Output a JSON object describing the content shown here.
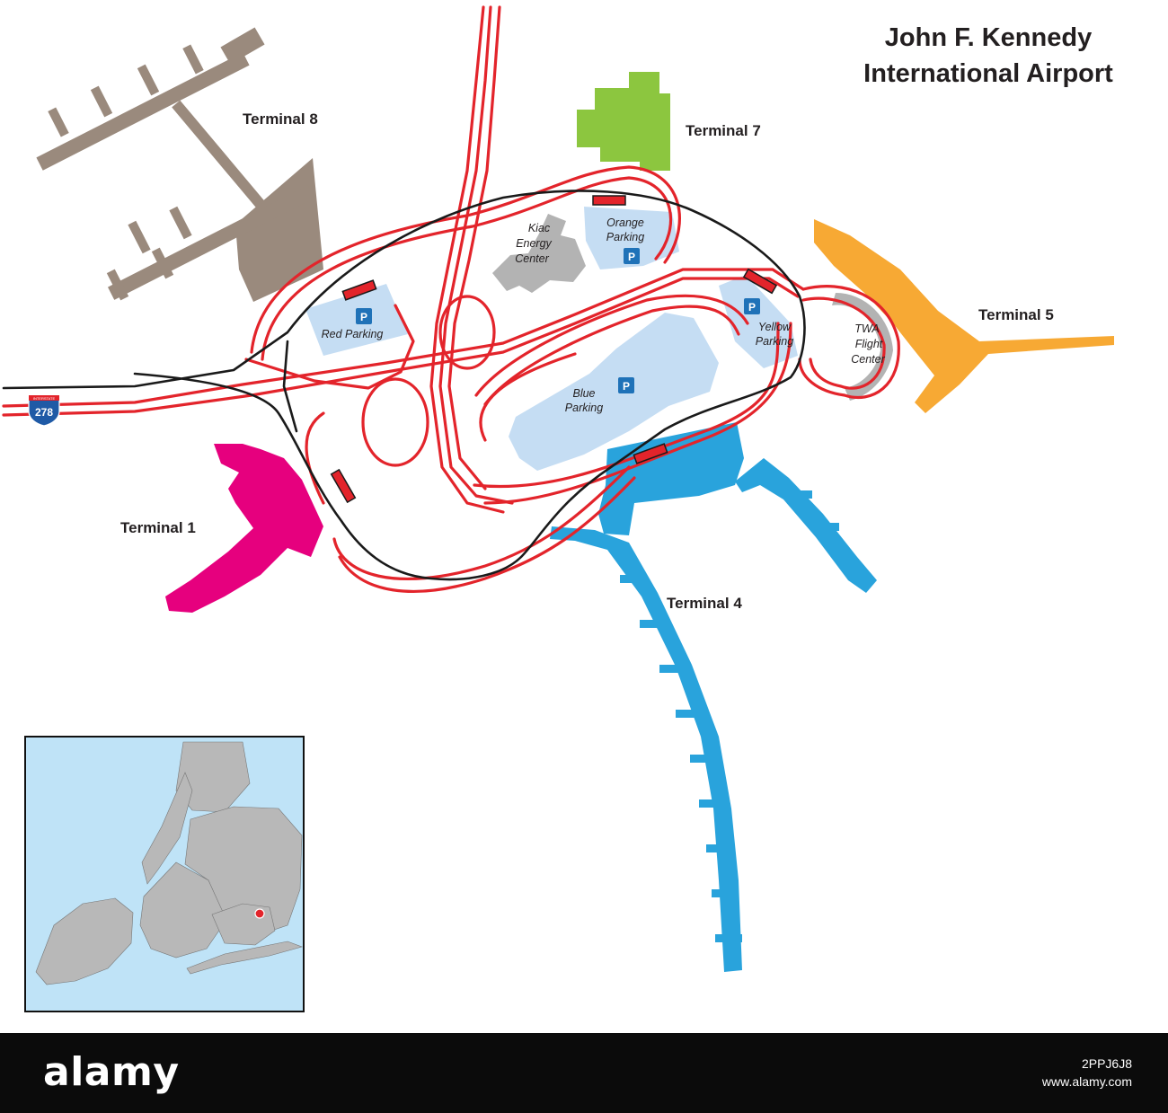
{
  "map": {
    "title_line1": "John F. Kennedy",
    "title_line2": "International Airport",
    "terminals": {
      "t1": "Terminal 1",
      "t4": "Terminal 4",
      "t5": "Terminal 5",
      "t7": "Terminal 7",
      "t8": "Terminal 8"
    },
    "parking": {
      "red": "Red Parking",
      "orange_line1": "Orange",
      "orange_line2": "Parking",
      "blue_line1": "Blue",
      "blue_line2": "Parking",
      "yellow_line1": "Yellow",
      "yellow_line2": "Parking",
      "parking_symbol": "P"
    },
    "kiac_line1": "Kiac",
    "kiac_line2": "Energy",
    "kiac_line3": "Center",
    "twa_line1": "TWA",
    "twa_line2": "Flight",
    "twa_line3": "Center",
    "highway_shield": "278",
    "highway_shield_header": "INTERSTATE"
  },
  "colors": {
    "terminal1": "#e6007e",
    "terminal4": "#29a3dc",
    "terminal5": "#f7a934",
    "terminal7": "#8cc63f",
    "terminal8": "#9a8a7d",
    "road": "#e3242b",
    "rail": "#1a1a1a",
    "parking_fill": "#c5ddf3",
    "parking_sign": "#1f72b8",
    "building_gray": "#b3b3b3",
    "water": "#bfe3f7",
    "land": "#b8b8b8"
  },
  "footer": {
    "brand": "alamy",
    "image_id": "2PPJ6J8",
    "site": "www.alamy.com"
  }
}
